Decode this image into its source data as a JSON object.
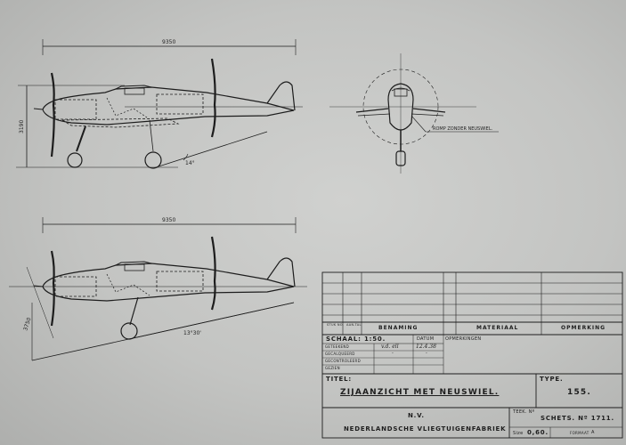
{
  "drawing": {
    "dim_span_side": "9350",
    "dim_height_side": "3190",
    "dim_angle_side": "14°",
    "dim_span_lower": "9350",
    "dim_height_lower": "3750",
    "dim_angle_lower": "13°30'",
    "front_view_note": "ROMP ZONDER NEUSWIEL."
  },
  "title_block": {
    "col_headers": {
      "stuk": "STUK NO.",
      "aantal": "AAN-TAL",
      "benaming": "BENAMING",
      "materiaal": "MATERIAAL",
      "opmerking": "OPMERKING"
    },
    "schaal": "SCHAAL: 1:50.",
    "datum_label": "DATUM",
    "opmerkingen_label": "OPMERKINGEN",
    "rows": [
      {
        "label": "GETEEKEND",
        "initials": "v.d. ell",
        "date": "12.4.38"
      },
      {
        "label": "GECALQUEERD",
        "initials": "-",
        "date": "-"
      },
      {
        "label": "GECONTROLEERD",
        "initials": "",
        "date": ""
      },
      {
        "label": "GEZIEN",
        "initials": "",
        "date": ""
      }
    ],
    "titel_label": "TITEL:",
    "titel": "ZIJAANZICHT MET NEUSWIEL.",
    "type_label": "TYPE.",
    "type_value": "155.",
    "company_line1": "N.V.",
    "company_line2": "NEDERLANDSCHE VLIEGTUIGENFABRIEK",
    "teek_label": "TEEK. Nº",
    "schets": "SCHETS. Nº 1711.",
    "size_label": "Size",
    "size_value": "0,60.",
    "formaat_label": "FORMAAT",
    "formaat_value": "A"
  }
}
